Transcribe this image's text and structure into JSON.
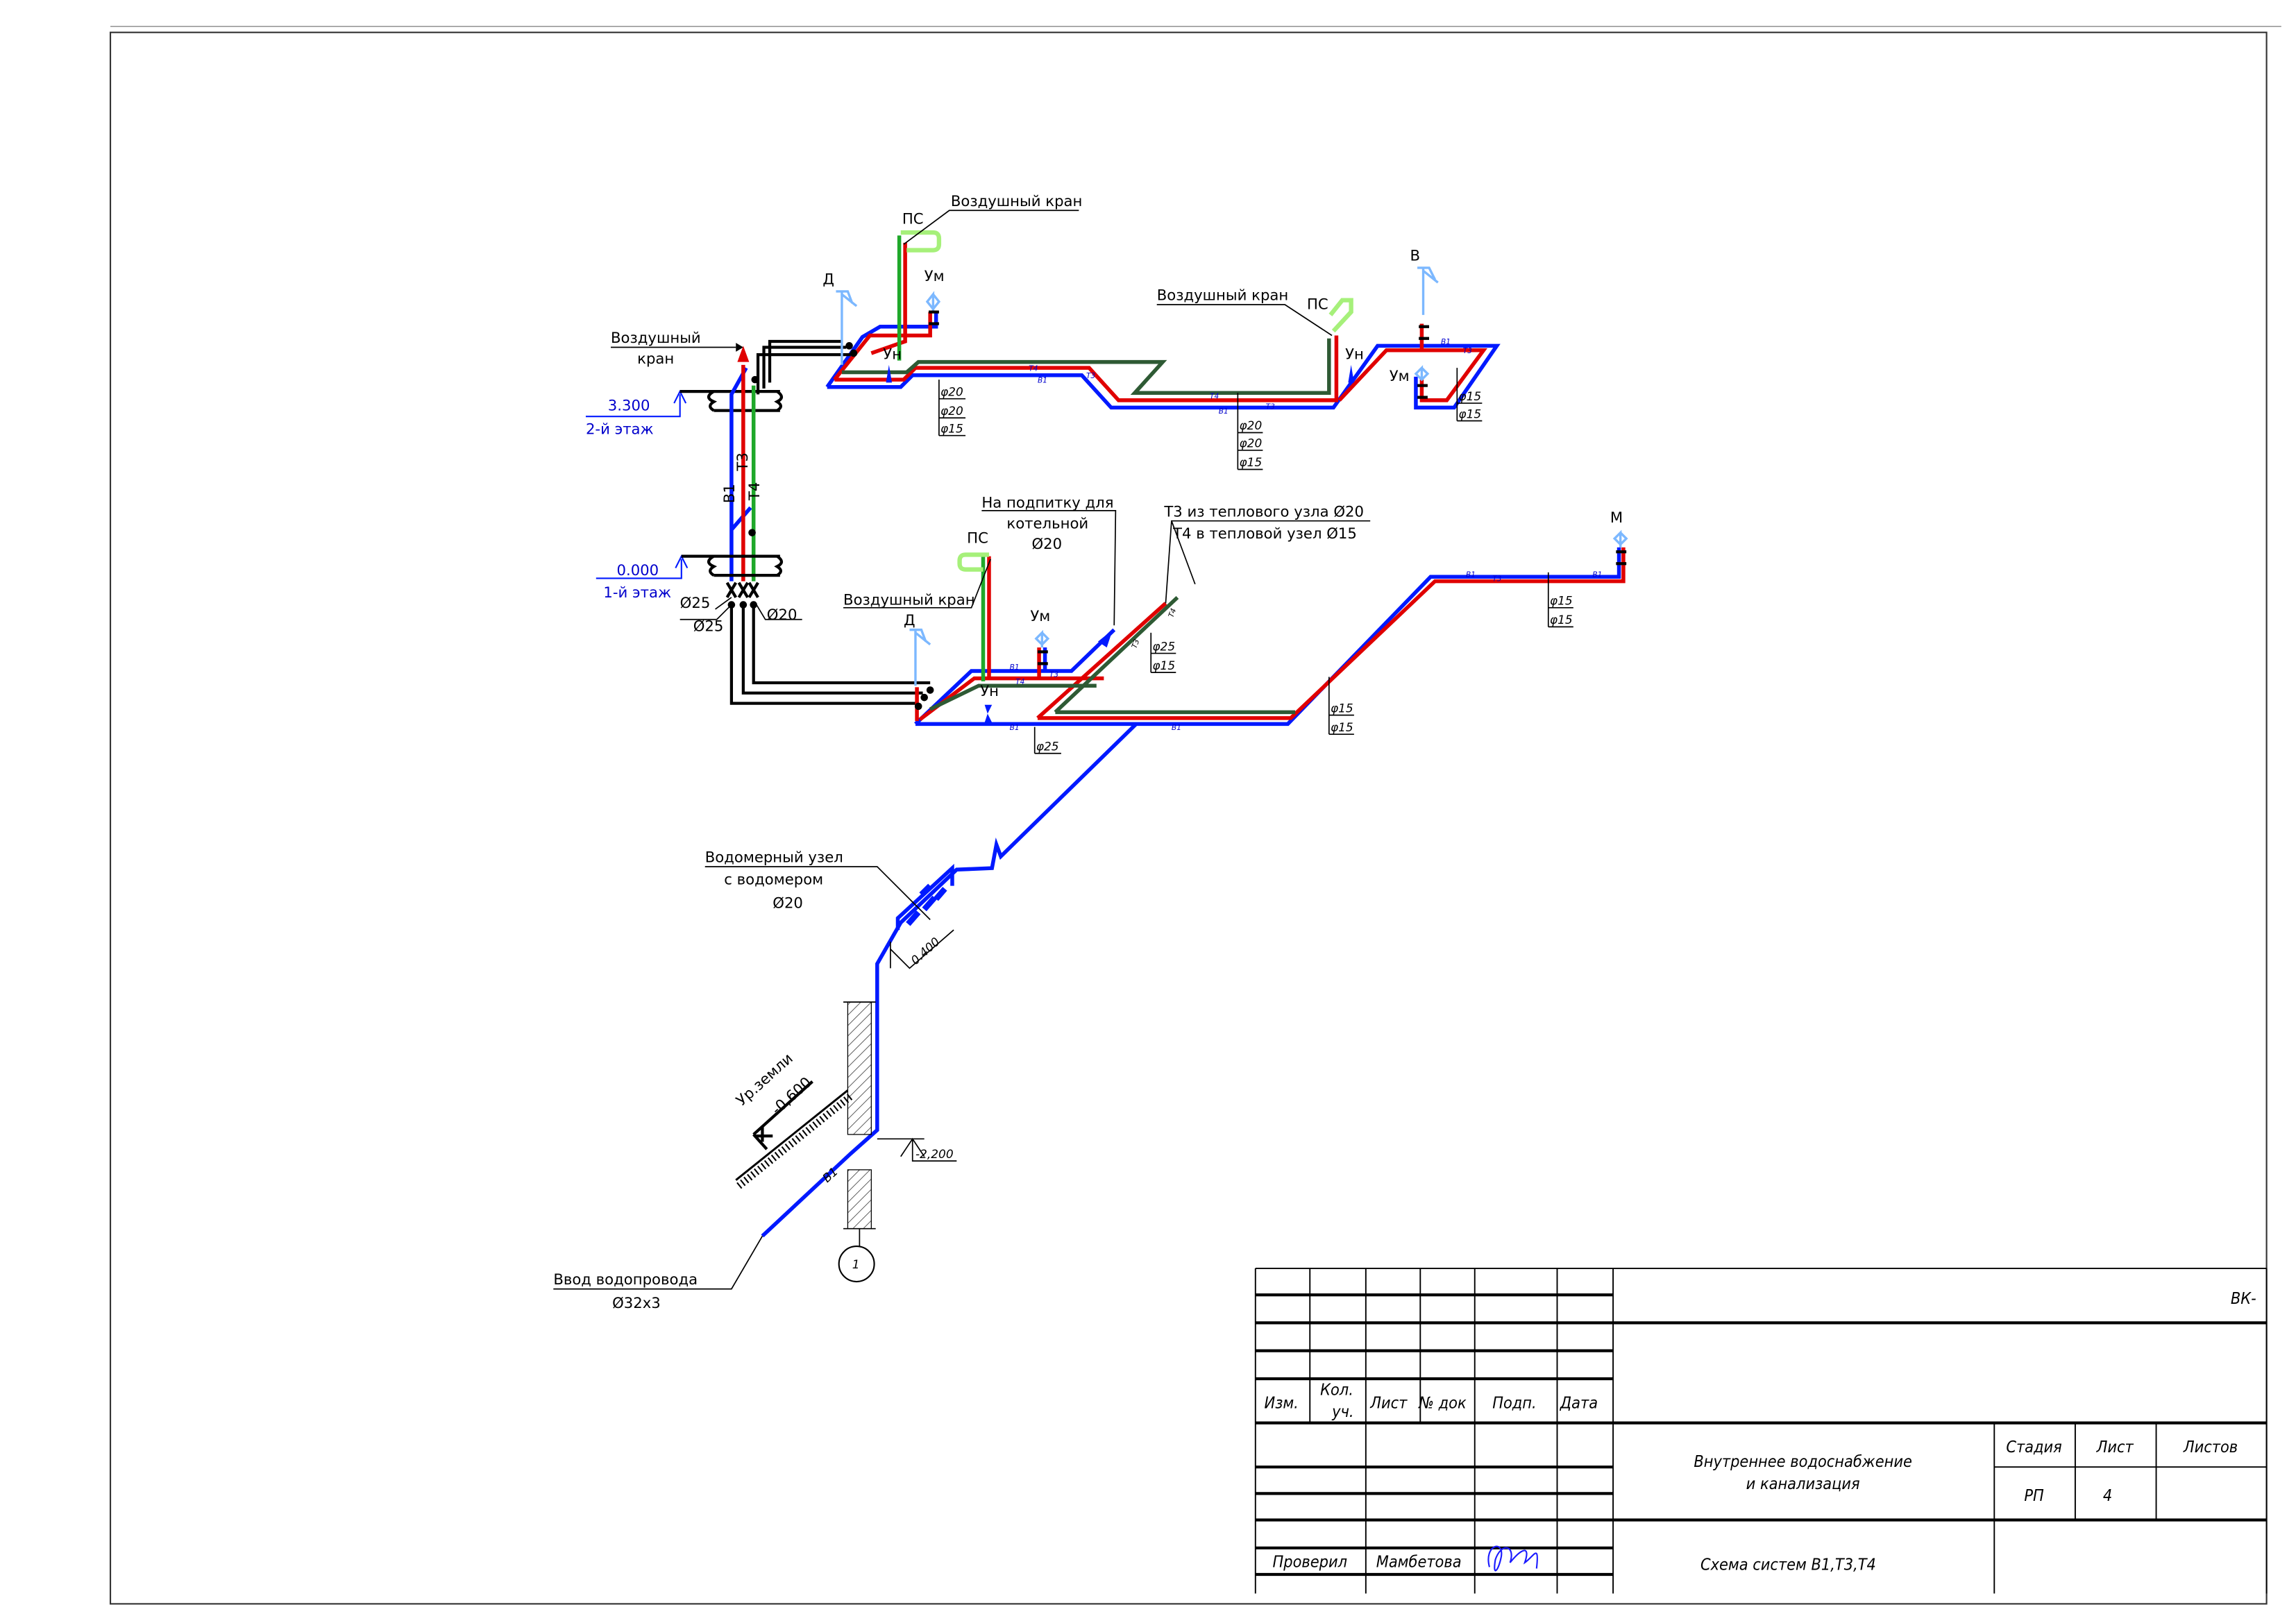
{
  "colors": {
    "b1": "#0019ff",
    "t3": "#e00000",
    "t4": "#2e5a34",
    "air_valve": "#a6f07a",
    "fixture": "#7cb8ff"
  },
  "upper": {
    "air_valve_1": "Воздушный кран",
    "ps_1": "ПС",
    "d": "Д",
    "um_1": "Ум",
    "un_1": "Ун",
    "air_valve_2": "Воздушный кран",
    "ps_2": "ПС",
    "un_2": "Ун",
    "v": "В",
    "um_2": "Ум",
    "air_valve_left_1": "Воздушный",
    "air_valve_left_2": "кран",
    "level": "3.300",
    "floor": "2-й этаж",
    "diam_1": [
      "φ20",
      "φ20",
      "φ15"
    ],
    "diam_2": [
      "φ20",
      "φ20",
      "φ15"
    ],
    "diam_3": [
      "φ15",
      "φ15"
    ],
    "pipe_tags": [
      "Т4",
      "В1",
      "Т3",
      "Т4",
      "В1",
      "Т3",
      "В1",
      "Т3"
    ]
  },
  "risers": {
    "b1": "В1",
    "t3": "Т3",
    "t4": "Т4"
  },
  "lower": {
    "level": "0.000",
    "floor": "1-й этаж",
    "d25a": "Ø25",
    "d25b": "Ø25",
    "d20": "Ø20",
    "makeup_1": "На подпитку для",
    "makeup_2": "котельной",
    "makeup_3": "Ø20",
    "ps": "ПС",
    "air_valve": "Воздушный кран",
    "d": "Д",
    "um": "Ум",
    "un": "Ун",
    "heat_1": "Т3 из теплового узла Ø20",
    "heat_2": "Т4 в тепловой узел Ø15",
    "m": "М",
    "diam_m": [
      "φ15",
      "φ15"
    ],
    "diam_t": [
      "φ25",
      "φ15"
    ],
    "diam_d": [
      "φ15",
      "φ15"
    ],
    "diam_b": "φ25",
    "pipe_tags": [
      "Т3",
      "Т4",
      "В1",
      "Т3",
      "Т4",
      "В1",
      "В1",
      "Т3",
      "В1",
      "В1"
    ]
  },
  "entry": {
    "meter_1": "Водомерный узел",
    "meter_2": "с водомером",
    "meter_3": "Ø20",
    "dim": "0.400",
    "ground_1": "Ур.земли",
    "ground_2": "-0,600",
    "depth": "-2,200",
    "tag": "В1",
    "input_1": "Ввод водопровода",
    "input_2": "Ø32х3",
    "node": "1"
  },
  "title_block": {
    "code": "ВК-",
    "h_izm": "Изм.",
    "h_kol_1": "Кол.",
    "h_kol_2": "уч.",
    "h_list": "Лист",
    "h_ndok": "№ док",
    "h_podp": "Подп.",
    "h_data": "Дата",
    "project_1": "Внутреннее водоснабжение",
    "project_2": "и канализация",
    "stage_h": "Стадия",
    "sheet_h": "Лист",
    "sheets_h": "Листов",
    "stage": "РП",
    "sheet": "4",
    "drawing_title": "Схема   систем В1,Т3,Т4",
    "checked_role": "Проверил",
    "checked_name": "Мамбетова"
  }
}
